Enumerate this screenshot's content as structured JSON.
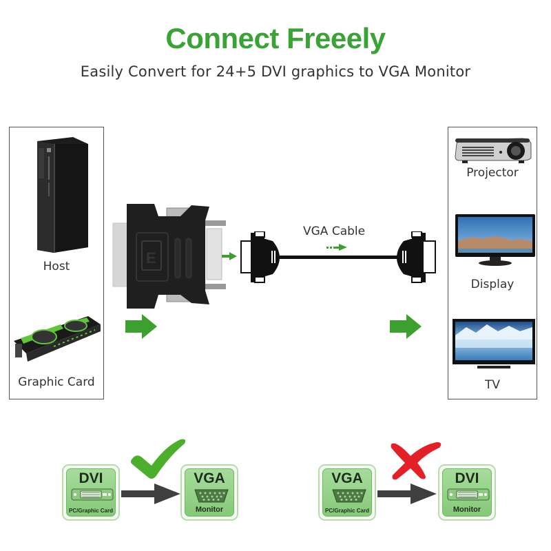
{
  "header": {
    "title": "Connect Freeely",
    "subtitle": "Easily Convert for 24+5 DVI graphics to VGA Monitor"
  },
  "source_devices": [
    {
      "label": "Host",
      "icon": "desktop-tower-icon"
    },
    {
      "label": "Graphic Card",
      "icon": "graphics-card-icon"
    }
  ],
  "adapter": {
    "icon": "dvi-to-vga-adapter-icon"
  },
  "cable": {
    "label": "VGA Cable",
    "icon": "vga-cable-icon"
  },
  "target_devices": [
    {
      "label": "Projector",
      "icon": "projector-icon"
    },
    {
      "label": "Display",
      "icon": "monitor-icon"
    },
    {
      "label": "TV",
      "icon": "tv-icon"
    }
  ],
  "compatibility": [
    {
      "status": "supported",
      "status_icon": "checkmark-icon",
      "from": {
        "title": "DVI",
        "subtitle": "PC/Graphic Card"
      },
      "to": {
        "title": "VGA",
        "subtitle": "Monitor"
      }
    },
    {
      "status": "not-supported",
      "status_icon": "cross-icon",
      "from": {
        "title": "VGA",
        "subtitle": "PC/Graphic Card"
      },
      "to": {
        "title": "DVI",
        "subtitle": "Monitor"
      }
    }
  ],
  "colors": {
    "brand_green": "#3aa335",
    "arrow_green": "#3ca02e",
    "check_green": "#4caf2c",
    "cross_red": "#e32028",
    "badge_green": "#96d28a"
  }
}
